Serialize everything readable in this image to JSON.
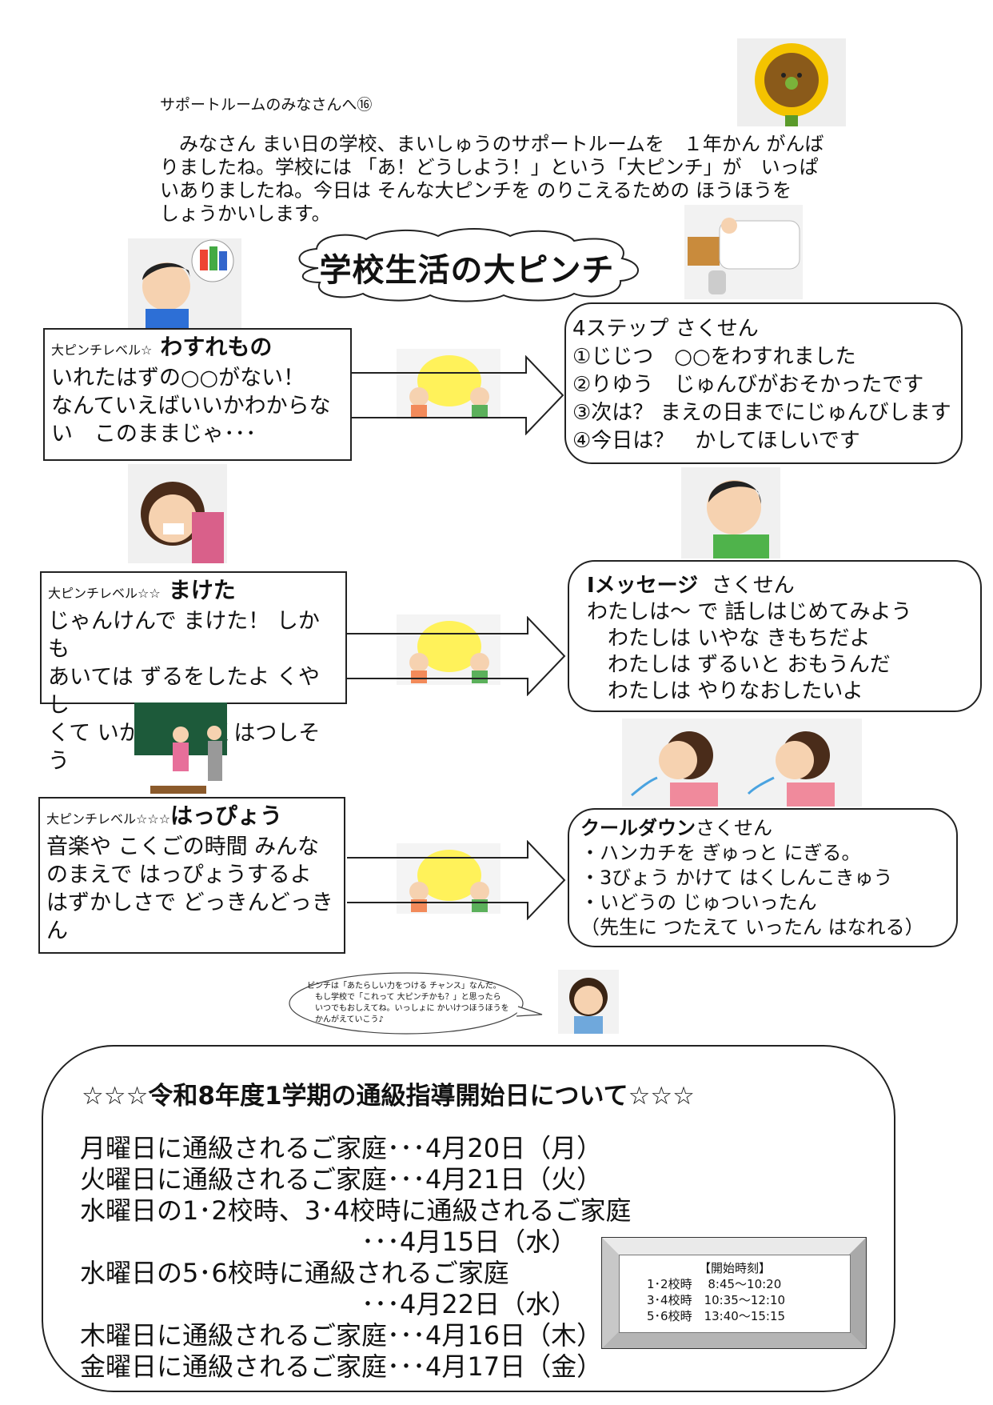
{
  "intro": {
    "title": "サポートルームのみなさんへ⑯",
    "lines": [
      "　みなさん まい日の学校、まいしゅうのサポートルームを　１年かん がんば",
      "りましたね。学校には 「あ！どうしよう！」という「大ピンチ」が　いっぱ",
      "いありましたね。今日は そんな大ピンチを のりこえるための ほうほうを",
      "しょうかいします。"
    ]
  },
  "main_title": "学校生活の大ピンチ",
  "pinches": [
    {
      "level": "大ピンチレベル☆",
      "name": "わすれもの",
      "lines": [
        "いれたはずの○○がない！",
        "なんていえばいいかわからな",
        "い　このままじゃ･･･"
      ]
    },
    {
      "level": "大ピンチレベル☆☆",
      "name": "まけた",
      "lines": [
        "じゃんけんで まけた！ しかも",
        "あいては ずるをしたよ くやし",
        "くて いかりが ばくはつしそう"
      ]
    },
    {
      "level": "大ピンチレベル☆☆☆",
      "name": "はっぴょう",
      "lines": [
        "音楽や こくごの時間 みんな",
        "のまえで はっぴょうするよ",
        "はずかしさで どっきんどっき",
        "ん"
      ]
    }
  ],
  "strategies": [
    {
      "title": "4ステップ さくせん",
      "lines": [
        "①じじつ　○○をわすれました",
        "②りゆう　じゅんびがおそかったです",
        "③次は？ まえの日までにじゅんびします",
        "④今日は？　かしてほしいです"
      ]
    },
    {
      "title": "Iメッセージ",
      "title_suffix": "さくせん",
      "lines": [
        "わたしは～ で 話しはじめてみよう",
        "　わたしは いやな きもちだよ",
        "　わたしは ずるいと おもうんだ",
        "　わたしは やりなおしたいよ"
      ]
    },
    {
      "title": "クールダウン",
      "title_suffix": "さくせん",
      "lines": [
        "・ハンカチを ぎゅっと にぎる。",
        "・3びょう かけて はくしんこきゅう",
        "・いどうの じゅついったん",
        "（先生に つたえて いったん はなれる）"
      ]
    }
  ],
  "speech": {
    "lines": [
      "ピンチは「あたらしい力をつける チャンス」なんだ。",
      "　もし学校で「これって 大ピンチかも？」と思ったら",
      "　いつでもおしえてね。いっしょに かいけつほうほうを",
      "　かんがえていこう♪"
    ]
  },
  "notice": {
    "heading": "☆☆☆令和8年度1学期の通級指導開始日について☆☆☆",
    "lines": [
      "月曜日に通級されるご家庭･･･4月20日（月）",
      "火曜日に通級されるご家庭･･･4月21日（火）",
      "水曜日の1･2校時、3･4校時に通級されるご家庭",
      "　　　　　　　　　　　･･･4月15日（水）",
      "水曜日の5･6校時に通級されるご家庭",
      "　　　　　　　　　　　･･･4月22日（水）",
      "木曜日に通級されるご家庭･･･4月16日（木）",
      "金曜日に通級されるご家庭･･･4月17日（金）"
    ],
    "schedule_title": "【開始時刻】",
    "schedule": [
      "1･2校時　 8:45～10:20",
      "3･4校時　10:35～12:10",
      "5･6校時　13:40～15:15"
    ]
  }
}
